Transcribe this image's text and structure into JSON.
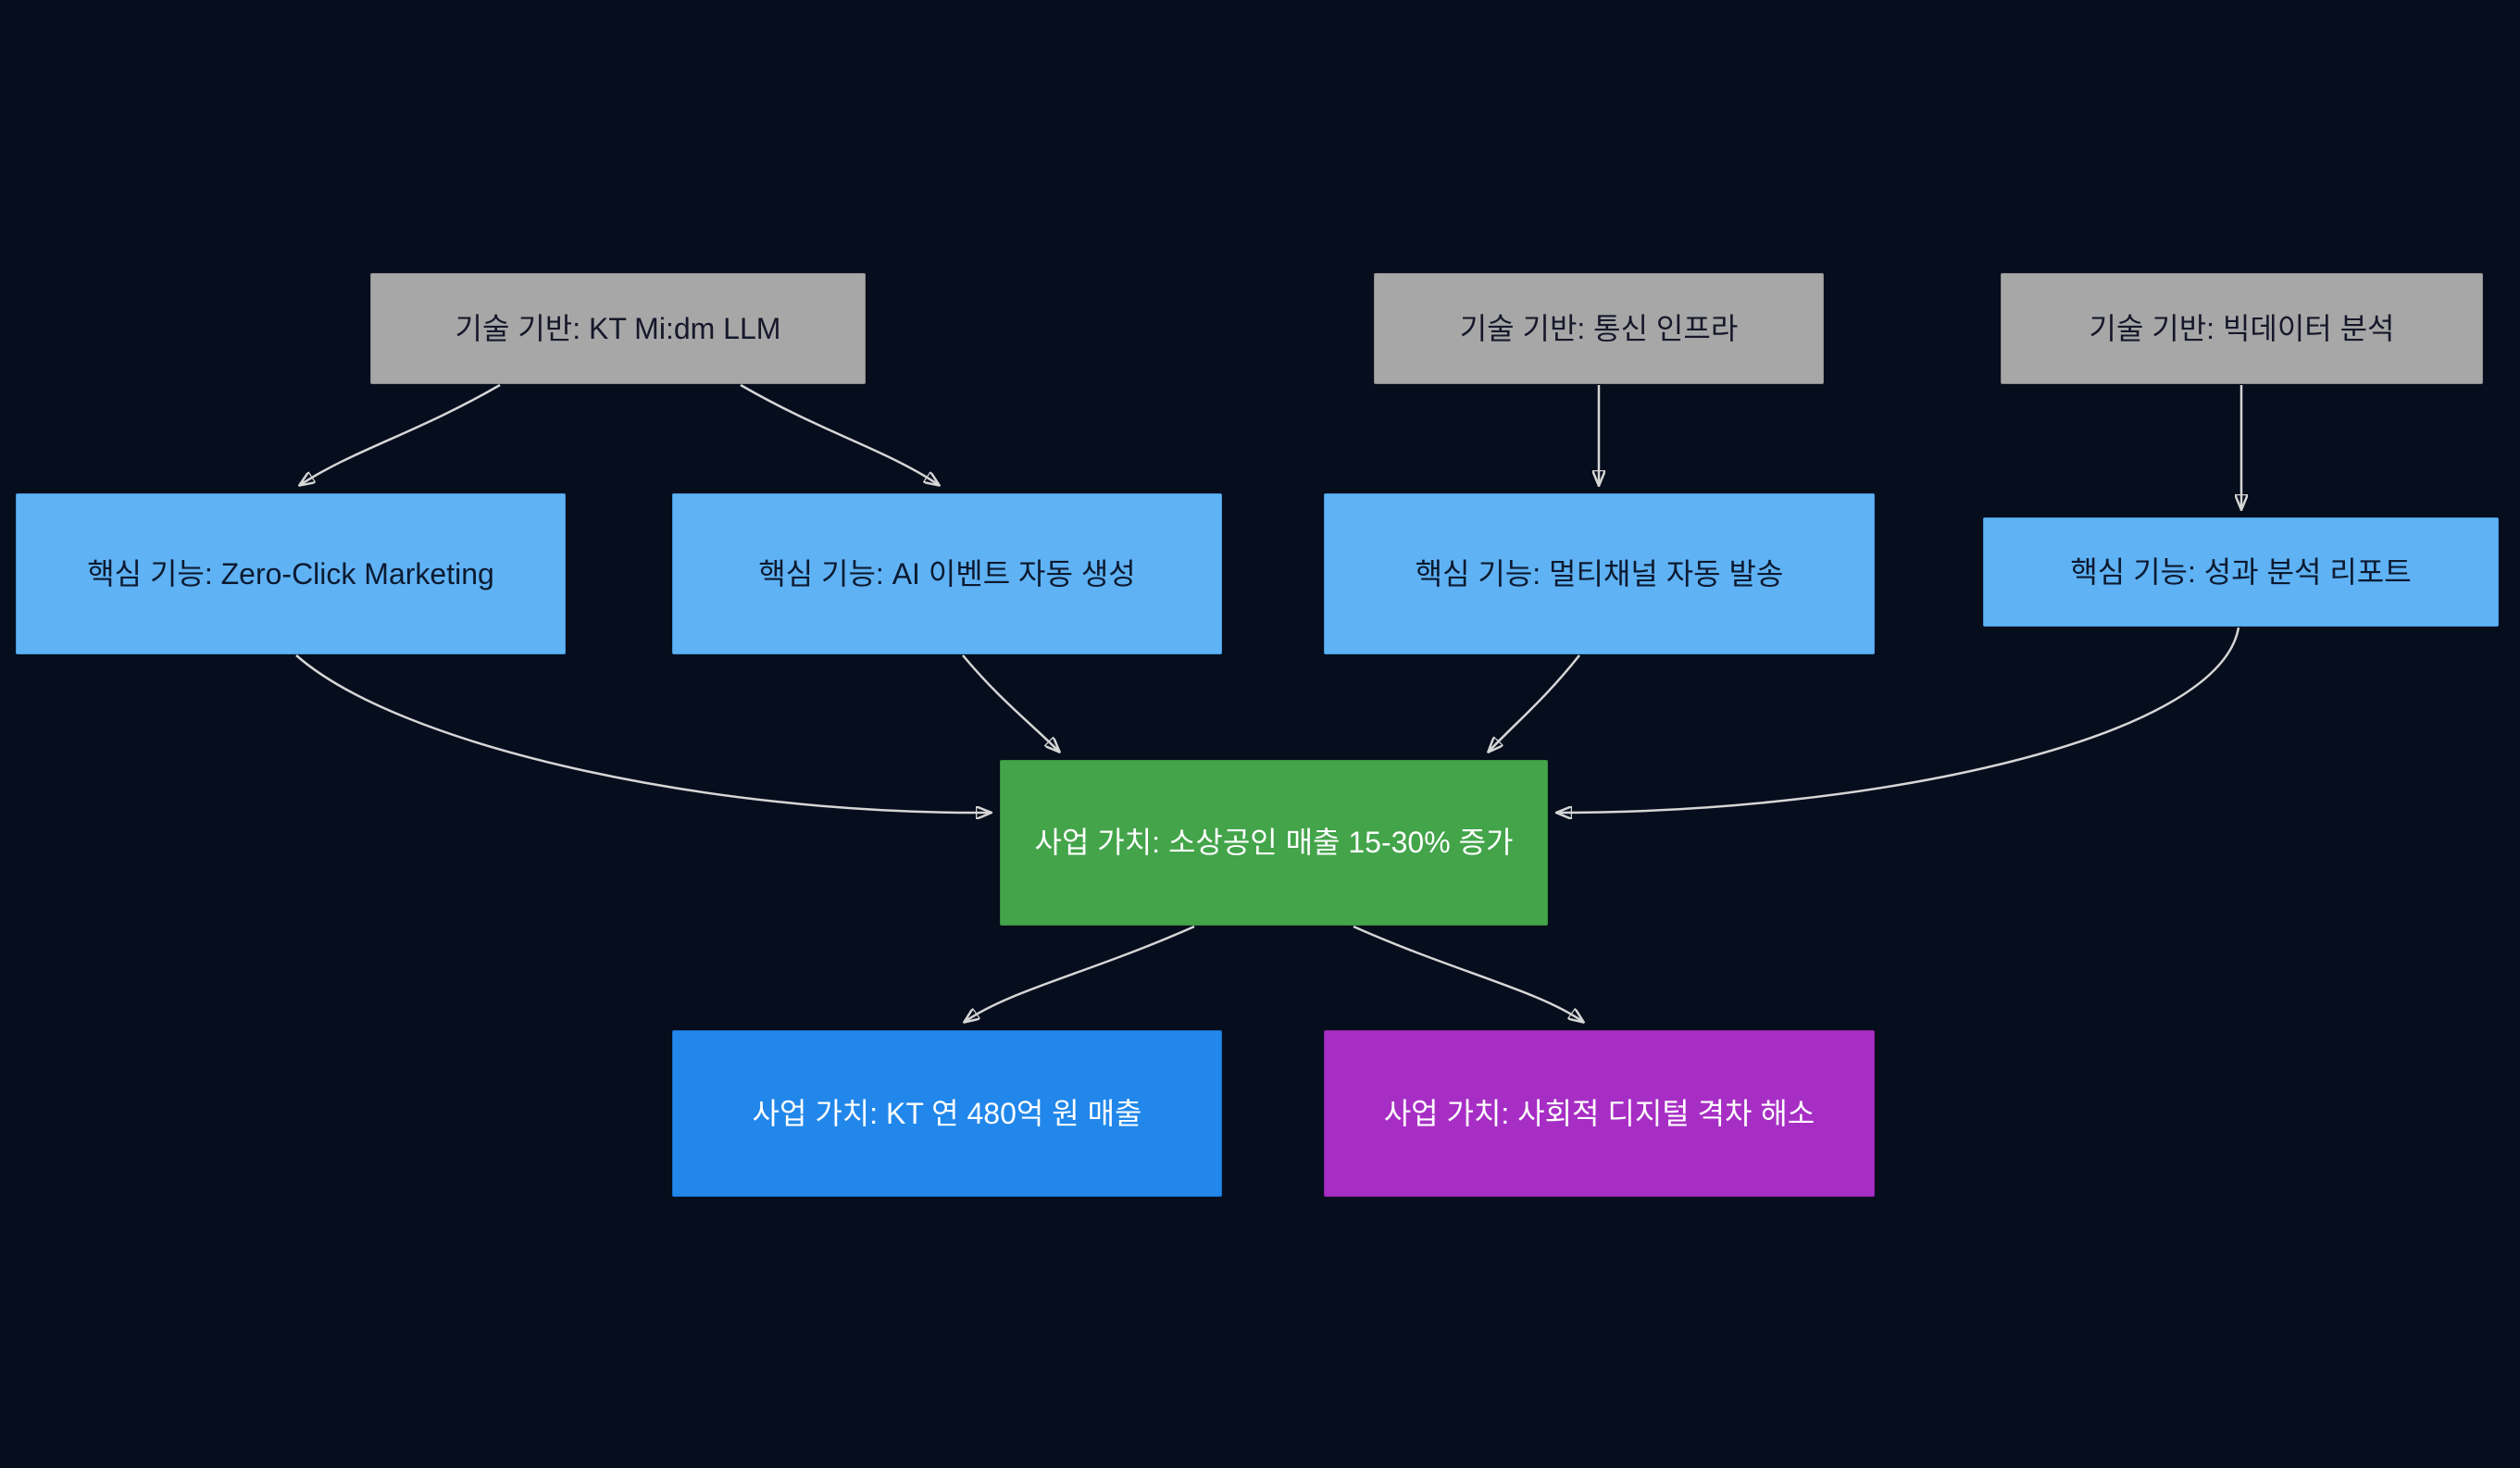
{
  "diagram": {
    "type": "flowchart",
    "direction": "top-down",
    "background_color": "#060d1d",
    "edge_color": "#d6d6d6",
    "nodes": [
      {
        "id": "tech-kt-midm-llm",
        "label": "기술 기반: KT Mi:dm LLM",
        "group": "tech",
        "fill": "#a7a7a7",
        "text_color": "#16182a"
      },
      {
        "id": "tech-telecom-infra",
        "label": "기술 기반: 통신 인프라",
        "group": "tech",
        "fill": "#a7a7a7",
        "text_color": "#16182a"
      },
      {
        "id": "tech-bigdata-analysis",
        "label": "기술 기반: 빅데이터 분석",
        "group": "tech",
        "fill": "#a7a7a7",
        "text_color": "#16182a"
      },
      {
        "id": "feature-zero-click-marketing",
        "label": "핵심 기능: Zero-Click Marketing",
        "group": "feature",
        "fill": "#5fb2f4",
        "text_color": "#0c1a30"
      },
      {
        "id": "feature-ai-event-generation",
        "label": "핵심 기능: AI 이벤트 자동 생성",
        "group": "feature",
        "fill": "#5fb2f4",
        "text_color": "#0c1a30"
      },
      {
        "id": "feature-multichannel-send",
        "label": "핵심 기능: 멀티채널 자동 발송",
        "group": "feature",
        "fill": "#5fb2f4",
        "text_color": "#0c1a30"
      },
      {
        "id": "feature-performance-report",
        "label": "핵심 기능: 성과 분석 리포트",
        "group": "feature",
        "fill": "#5fb2f4",
        "text_color": "#0c1a30"
      },
      {
        "id": "value-merchant-sales-increase",
        "label": "사업 가치: 소상공인 매출 15-30% 증가",
        "group": "value",
        "fill": "#43a44a",
        "text_color": "#ffffff"
      },
      {
        "id": "value-kt-annual-revenue",
        "label": "사업 가치: KT 연 480억 원 매출",
        "group": "value",
        "fill": "#2187ea",
        "text_color": "#ffffff"
      },
      {
        "id": "value-digital-divide",
        "label": "사업 가치: 사회적 디지털 격차 해소",
        "group": "value",
        "fill": "#a72ec4",
        "text_color": "#ffffff"
      }
    ],
    "edges": [
      {
        "from": "tech-kt-midm-llm",
        "to": "feature-zero-click-marketing"
      },
      {
        "from": "tech-kt-midm-llm",
        "to": "feature-ai-event-generation"
      },
      {
        "from": "tech-telecom-infra",
        "to": "feature-multichannel-send"
      },
      {
        "from": "tech-bigdata-analysis",
        "to": "feature-performance-report"
      },
      {
        "from": "feature-zero-click-marketing",
        "to": "value-merchant-sales-increase"
      },
      {
        "from": "feature-ai-event-generation",
        "to": "value-merchant-sales-increase"
      },
      {
        "from": "feature-multichannel-send",
        "to": "value-merchant-sales-increase"
      },
      {
        "from": "feature-performance-report",
        "to": "value-merchant-sales-increase"
      },
      {
        "from": "value-merchant-sales-increase",
        "to": "value-kt-annual-revenue"
      },
      {
        "from": "value-merchant-sales-increase",
        "to": "value-digital-divide"
      }
    ]
  }
}
